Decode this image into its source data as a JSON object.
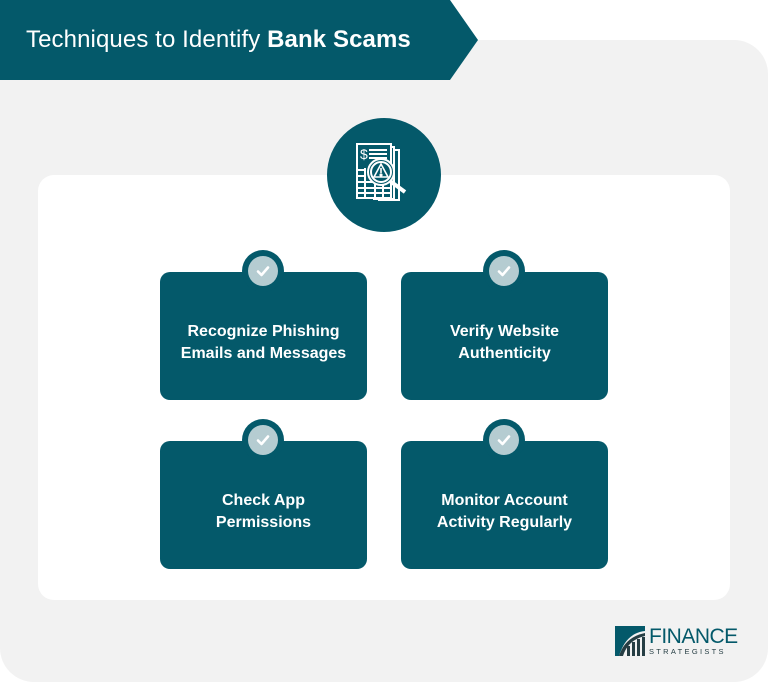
{
  "header": {
    "title_regular": "Techniques to Identify ",
    "title_bold": "Bank Scams"
  },
  "hero_icon": "document-warning-magnifier-icon",
  "cards": [
    {
      "line1": "Recognize Phishing",
      "line2": "Emails and Messages",
      "icon": "check-icon"
    },
    {
      "line1": "Verify Website",
      "line2": "Authenticity",
      "icon": "check-icon"
    },
    {
      "line1": "Check App",
      "line2": "Permissions",
      "icon": "check-icon"
    },
    {
      "line1": "Monitor Account",
      "line2": "Activity Regularly",
      "icon": "check-icon"
    }
  ],
  "logo": {
    "name": "FINANCE",
    "sub": "STRATEGISTS"
  },
  "colors": {
    "primary": "#04596a",
    "panel": "#f2f2f2",
    "check_bg": "#b5ccd1",
    "logo_dark": "#263e44"
  }
}
